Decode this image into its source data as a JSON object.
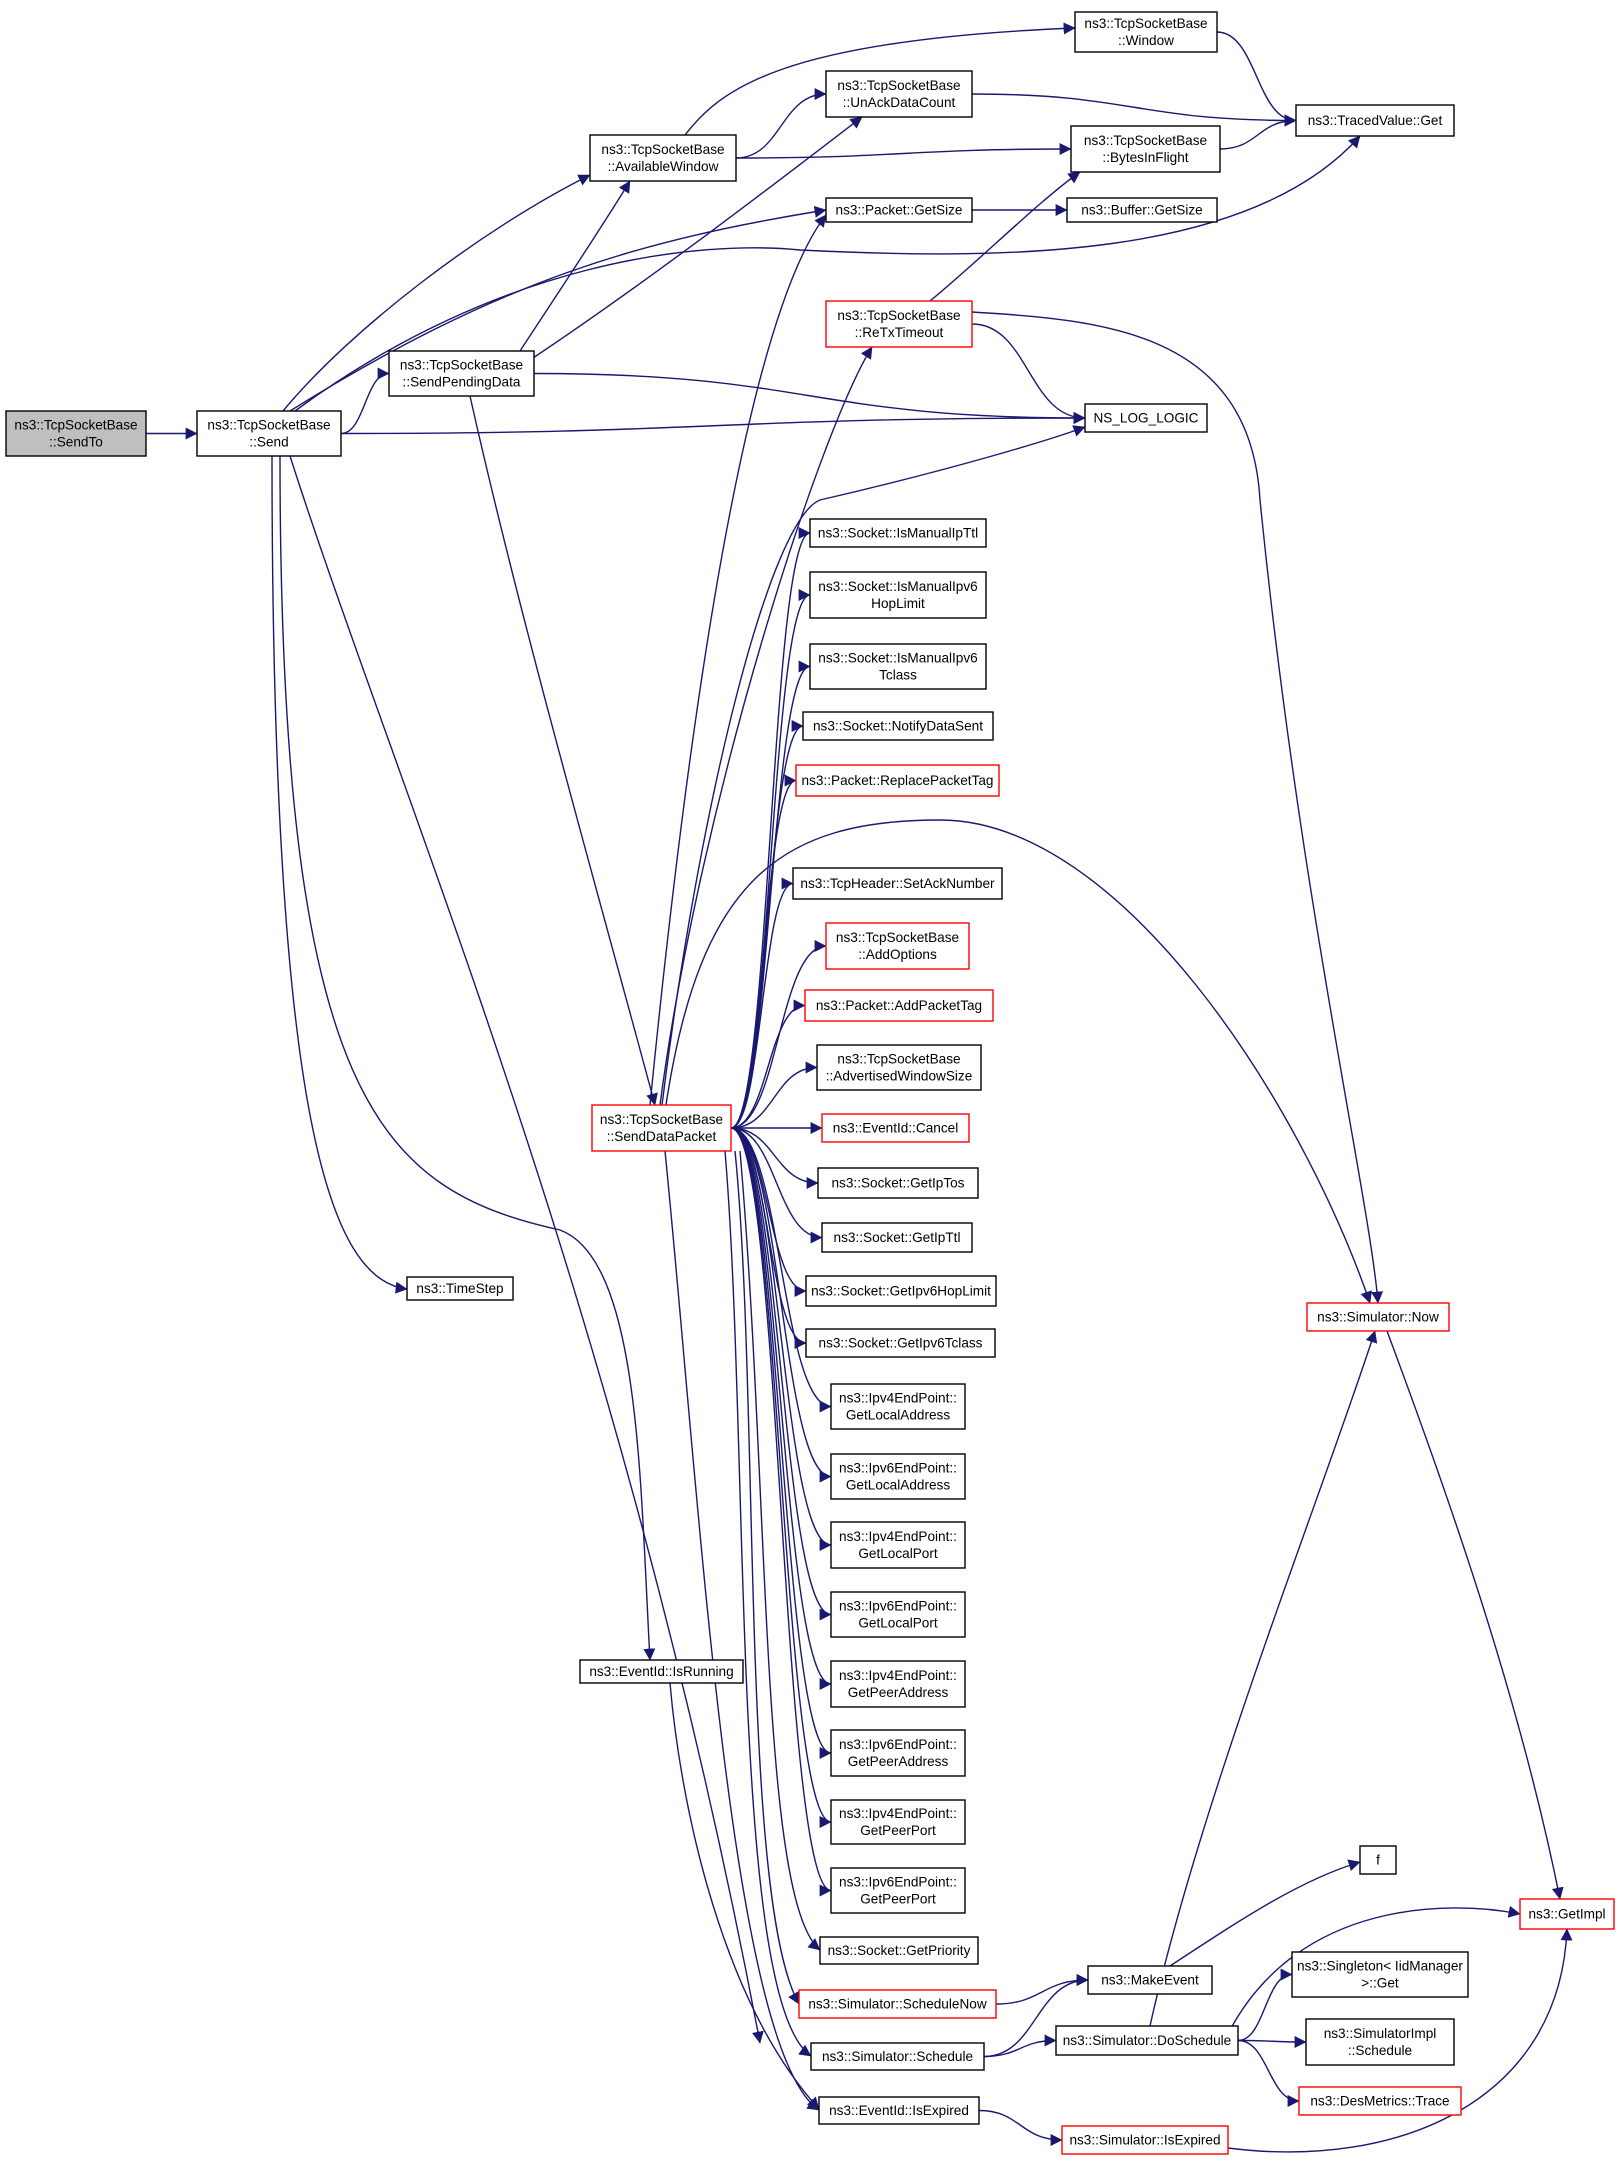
{
  "graph": {
    "colors": {
      "edge": "#191970",
      "node_border": "#000000",
      "node_border_red": "#ff0000",
      "node_focus_fill": "#bfbfbf",
      "node_fill": "#ffffff"
    },
    "nodes": [
      {
        "id": "sendto",
        "lines": [
          "ns3::TcpSocketBase",
          "::SendTo"
        ],
        "style": "focus"
      },
      {
        "id": "send",
        "lines": [
          "ns3::TcpSocketBase",
          "::Send"
        ],
        "style": "normal"
      },
      {
        "id": "availablewindow",
        "lines": [
          "ns3::TcpSocketBase",
          "::AvailableWindow"
        ],
        "style": "normal"
      },
      {
        "id": "sendpendingdata",
        "lines": [
          "ns3::TcpSocketBase",
          "::SendPendingData"
        ],
        "style": "normal"
      },
      {
        "id": "timestep",
        "lines": [
          "ns3::TimeStep"
        ],
        "style": "normal"
      },
      {
        "id": "isrunning",
        "lines": [
          "ns3::EventId::IsRunning"
        ],
        "style": "normal"
      },
      {
        "id": "senddatapacket",
        "lines": [
          "ns3::TcpSocketBase",
          "::SendDataPacket"
        ],
        "style": "red"
      },
      {
        "id": "window",
        "lines": [
          "ns3::TcpSocketBase",
          "::Window"
        ],
        "style": "normal"
      },
      {
        "id": "unackdatacount",
        "lines": [
          "ns3::TcpSocketBase",
          "::UnAckDataCount"
        ],
        "style": "normal"
      },
      {
        "id": "bytesinflight",
        "lines": [
          "ns3::TcpSocketBase",
          "::BytesInFlight"
        ],
        "style": "normal"
      },
      {
        "id": "tracedvalueget",
        "lines": [
          "ns3::TracedValue::Get"
        ],
        "style": "normal"
      },
      {
        "id": "packetgetsize",
        "lines": [
          "ns3::Packet::GetSize"
        ],
        "style": "normal"
      },
      {
        "id": "buffergetsize",
        "lines": [
          "ns3::Buffer::GetSize"
        ],
        "style": "normal"
      },
      {
        "id": "retxtimeout",
        "lines": [
          "ns3::TcpSocketBase",
          "::ReTxTimeout"
        ],
        "style": "red"
      },
      {
        "id": "nslog",
        "lines": [
          "NS_LOG_LOGIC"
        ],
        "style": "normal"
      },
      {
        "id": "ismanualipttl",
        "lines": [
          "ns3::Socket::IsManualIpTtl"
        ],
        "style": "normal"
      },
      {
        "id": "ismanualipv6hoplimit",
        "lines": [
          "ns3::Socket::IsManualIpv6",
          "HopLimit"
        ],
        "style": "normal"
      },
      {
        "id": "ismanualipv6tclass",
        "lines": [
          "ns3::Socket::IsManualIpv6",
          "Tclass"
        ],
        "style": "normal"
      },
      {
        "id": "notifydatasent",
        "lines": [
          "ns3::Socket::NotifyDataSent"
        ],
        "style": "normal"
      },
      {
        "id": "replacepackettag",
        "lines": [
          "ns3::Packet::ReplacePacketTag"
        ],
        "style": "red"
      },
      {
        "id": "setacknumber",
        "lines": [
          "ns3::TcpHeader::SetAckNumber"
        ],
        "style": "normal"
      },
      {
        "id": "addoptions",
        "lines": [
          "ns3::TcpSocketBase",
          "::AddOptions"
        ],
        "style": "red"
      },
      {
        "id": "addpackettag",
        "lines": [
          "ns3::Packet::AddPacketTag"
        ],
        "style": "red"
      },
      {
        "id": "advertisedwindowsize",
        "lines": [
          "ns3::TcpSocketBase",
          "::AdvertisedWindowSize"
        ],
        "style": "normal"
      },
      {
        "id": "eventidcancel",
        "lines": [
          "ns3::EventId::Cancel"
        ],
        "style": "red"
      },
      {
        "id": "getiptos",
        "lines": [
          "ns3::Socket::GetIpTos"
        ],
        "style": "normal"
      },
      {
        "id": "getipttl",
        "lines": [
          "ns3::Socket::GetIpTtl"
        ],
        "style": "normal"
      },
      {
        "id": "getipv6hoplimit",
        "lines": [
          "ns3::Socket::GetIpv6HopLimit"
        ],
        "style": "normal"
      },
      {
        "id": "getipv6tclass",
        "lines": [
          "ns3::Socket::GetIpv6Tclass"
        ],
        "style": "normal"
      },
      {
        "id": "ipv4localaddress",
        "lines": [
          "ns3::Ipv4EndPoint::",
          "GetLocalAddress"
        ],
        "style": "normal"
      },
      {
        "id": "ipv6localaddress",
        "lines": [
          "ns3::Ipv6EndPoint::",
          "GetLocalAddress"
        ],
        "style": "normal"
      },
      {
        "id": "ipv4localport",
        "lines": [
          "ns3::Ipv4EndPoint::",
          "GetLocalPort"
        ],
        "style": "normal"
      },
      {
        "id": "ipv6localport",
        "lines": [
          "ns3::Ipv6EndPoint::",
          "GetLocalPort"
        ],
        "style": "normal"
      },
      {
        "id": "ipv4peeraddress",
        "lines": [
          "ns3::Ipv4EndPoint::",
          "GetPeerAddress"
        ],
        "style": "normal"
      },
      {
        "id": "ipv6peeraddress",
        "lines": [
          "ns3::Ipv6EndPoint::",
          "GetPeerAddress"
        ],
        "style": "normal"
      },
      {
        "id": "ipv4peerport",
        "lines": [
          "ns3::Ipv4EndPoint::",
          "GetPeerPort"
        ],
        "style": "normal"
      },
      {
        "id": "ipv6peerport",
        "lines": [
          "ns3::Ipv6EndPoint::",
          "GetPeerPort"
        ],
        "style": "normal"
      },
      {
        "id": "getpriority",
        "lines": [
          "ns3::Socket::GetPriority"
        ],
        "style": "normal"
      },
      {
        "id": "schedulenow",
        "lines": [
          "ns3::Simulator::ScheduleNow"
        ],
        "style": "red"
      },
      {
        "id": "schedule",
        "lines": [
          "ns3::Simulator::Schedule"
        ],
        "style": "normal"
      },
      {
        "id": "isexpired",
        "lines": [
          "ns3::EventId::IsExpired"
        ],
        "style": "normal"
      },
      {
        "id": "simulatornow",
        "lines": [
          "ns3::Simulator::Now"
        ],
        "style": "red"
      },
      {
        "id": "makeevent",
        "lines": [
          "ns3::MakeEvent"
        ],
        "style": "normal"
      },
      {
        "id": "doschedule",
        "lines": [
          "ns3::Simulator::DoSchedule"
        ],
        "style": "normal"
      },
      {
        "id": "simisexpired",
        "lines": [
          "ns3::Simulator::IsExpired"
        ],
        "style": "red"
      },
      {
        "id": "f",
        "lines": [
          "f"
        ],
        "style": "normal"
      },
      {
        "id": "getimpl",
        "lines": [
          "ns3::GetImpl"
        ],
        "style": "red"
      },
      {
        "id": "singletonget",
        "lines": [
          "ns3::Singleton< IidManager",
          ">::Get"
        ],
        "style": "normal"
      },
      {
        "id": "simulatorimplschedule",
        "lines": [
          "ns3::SimulatorImpl",
          "::Schedule"
        ],
        "style": "normal"
      },
      {
        "id": "desmetricstrace",
        "lines": [
          "ns3::DesMetrics::Trace"
        ],
        "style": "red"
      }
    ],
    "edges": [
      {
        "from": "sendto",
        "to": "send"
      },
      {
        "from": "send",
        "to": "availablewindow"
      },
      {
        "from": "send",
        "to": "sendpendingdata"
      },
      {
        "from": "send",
        "to": "timestep"
      },
      {
        "from": "send",
        "to": "isrunning"
      },
      {
        "from": "send",
        "to": "senddatapacket"
      },
      {
        "from": "send",
        "to": "packetgetsize"
      },
      {
        "from": "send",
        "to": "tracedvalueget"
      },
      {
        "from": "send",
        "to": "nslog"
      },
      {
        "from": "availablewindow",
        "to": "window"
      },
      {
        "from": "availablewindow",
        "to": "unackdatacount"
      },
      {
        "from": "availablewindow",
        "to": "bytesinflight"
      },
      {
        "from": "sendpendingdata",
        "to": "availablewindow"
      },
      {
        "from": "sendpendingdata",
        "to": "unackdatacount"
      },
      {
        "from": "sendpendingdata",
        "to": "nslog"
      },
      {
        "from": "sendpendingdata",
        "to": "senddatapacket"
      },
      {
        "from": "window",
        "to": "tracedvalueget"
      },
      {
        "from": "unackdatacount",
        "to": "tracedvalueget"
      },
      {
        "from": "bytesinflight",
        "to": "tracedvalueget"
      },
      {
        "from": "packetgetsize",
        "to": "buffergetsize"
      },
      {
        "from": "retxtimeout",
        "to": "bytesinflight"
      },
      {
        "from": "retxtimeout",
        "to": "nslog"
      },
      {
        "from": "retxtimeout",
        "to": "simulatornow"
      },
      {
        "from": "isrunning",
        "to": "isexpired"
      },
      {
        "from": "senddatapacket",
        "to": "packetgetsize"
      },
      {
        "from": "senddatapacket",
        "to": "retxtimeout"
      },
      {
        "from": "senddatapacket",
        "to": "nslog"
      },
      {
        "from": "senddatapacket",
        "to": "ismanualipttl"
      },
      {
        "from": "senddatapacket",
        "to": "ismanualipv6hoplimit"
      },
      {
        "from": "senddatapacket",
        "to": "ismanualipv6tclass"
      },
      {
        "from": "senddatapacket",
        "to": "notifydatasent"
      },
      {
        "from": "senddatapacket",
        "to": "replacepackettag"
      },
      {
        "from": "senddatapacket",
        "to": "simulatornow"
      },
      {
        "from": "senddatapacket",
        "to": "setacknumber"
      },
      {
        "from": "senddatapacket",
        "to": "addoptions"
      },
      {
        "from": "senddatapacket",
        "to": "addpackettag"
      },
      {
        "from": "senddatapacket",
        "to": "advertisedwindowsize"
      },
      {
        "from": "senddatapacket",
        "to": "eventidcancel"
      },
      {
        "from": "senddatapacket",
        "to": "getiptos"
      },
      {
        "from": "senddatapacket",
        "to": "getipttl"
      },
      {
        "from": "senddatapacket",
        "to": "getipv6hoplimit"
      },
      {
        "from": "senddatapacket",
        "to": "getipv6tclass"
      },
      {
        "from": "senddatapacket",
        "to": "ipv4localaddress"
      },
      {
        "from": "senddatapacket",
        "to": "ipv6localaddress"
      },
      {
        "from": "senddatapacket",
        "to": "ipv4localport"
      },
      {
        "from": "senddatapacket",
        "to": "ipv6localport"
      },
      {
        "from": "senddatapacket",
        "to": "ipv4peeraddress"
      },
      {
        "from": "senddatapacket",
        "to": "ipv6peeraddress"
      },
      {
        "from": "senddatapacket",
        "to": "ipv4peerport"
      },
      {
        "from": "senddatapacket",
        "to": "ipv6peerport"
      },
      {
        "from": "senddatapacket",
        "to": "getpriority"
      },
      {
        "from": "senddatapacket",
        "to": "schedulenow"
      },
      {
        "from": "senddatapacket",
        "to": "schedule"
      },
      {
        "from": "senddatapacket",
        "to": "isexpired"
      },
      {
        "from": "schedulenow",
        "to": "makeevent"
      },
      {
        "from": "schedule",
        "to": "makeevent"
      },
      {
        "from": "schedule",
        "to": "doschedule"
      },
      {
        "from": "makeevent",
        "to": "f"
      },
      {
        "from": "doschedule",
        "to": "simulatornow"
      },
      {
        "from": "doschedule",
        "to": "getimpl"
      },
      {
        "from": "doschedule",
        "to": "singletonget"
      },
      {
        "from": "doschedule",
        "to": "simulatorimplschedule"
      },
      {
        "from": "doschedule",
        "to": "desmetricstrace"
      },
      {
        "from": "isexpired",
        "to": "simisexpired"
      },
      {
        "from": "simisexpired",
        "to": "getimpl"
      },
      {
        "from": "simulatornow",
        "to": "getimpl"
      }
    ]
  }
}
